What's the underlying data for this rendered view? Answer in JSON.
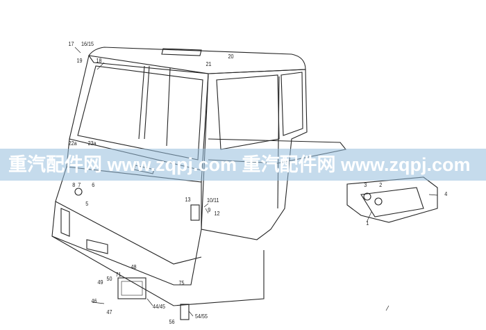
{
  "watermark": {
    "text": "重汽配件网 www.zqpj.com 重汽配件网 www.zqpj.com",
    "band_color": "#a9c8e0"
  },
  "labels": {
    "l17": "17",
    "l16_15": "16/15",
    "l19": "19",
    "l18": "18",
    "l20": "20",
    "l21": "21",
    "l22a": "22a",
    "l23a": "23a",
    "l8": "8",
    "l7": "7",
    "l6": "6",
    "l5": "5",
    "l13": "13",
    "l10_11": "10/11",
    "l9": "9",
    "l12": "12",
    "l3": "3",
    "l2": "2",
    "l1": "1",
    "l4": "4",
    "l48": "48",
    "l71": "71",
    "l50": "50",
    "l49": "49",
    "l75": "75",
    "l46": "46",
    "l47": "47",
    "l44_45": "44/45",
    "l56": "56",
    "l54_55": "54/55"
  }
}
